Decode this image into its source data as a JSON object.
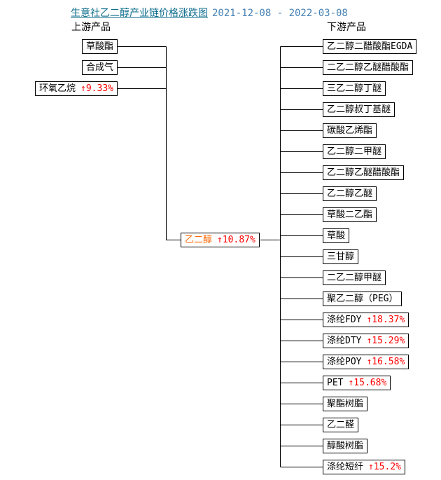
{
  "title": {
    "link": "生意社乙二醇产业链价格涨跌图",
    "date_range": "2021-12-08 - 2022-03-08"
  },
  "sections": {
    "upstream_label": "上游产品",
    "downstream_label": "下游产品"
  },
  "center": {
    "label": "乙二醇",
    "change": "↑10.87%"
  },
  "upstream": {
    "items": [
      {
        "label": "草酸酯",
        "change": ""
      },
      {
        "label": "合成气",
        "change": ""
      },
      {
        "label": "环氧乙烷",
        "change": "↑9.33%"
      }
    ]
  },
  "downstream": {
    "items": [
      {
        "label": "乙二醇二醋酸酯EGDA",
        "change": ""
      },
      {
        "label": "二乙二醇乙醚醋酸酯",
        "change": ""
      },
      {
        "label": "三乙二醇丁醚",
        "change": ""
      },
      {
        "label": "乙二醇叔丁基醚",
        "change": ""
      },
      {
        "label": "碳酸乙烯酯",
        "change": ""
      },
      {
        "label": "乙二醇二甲醚",
        "change": ""
      },
      {
        "label": "乙二醇乙醚醋酸酯",
        "change": ""
      },
      {
        "label": "乙二醇乙醚",
        "change": ""
      },
      {
        "label": "草酸二乙酯",
        "change": ""
      },
      {
        "label": "草酸",
        "change": ""
      },
      {
        "label": "三甘醇",
        "change": ""
      },
      {
        "label": "二乙二醇甲醚",
        "change": ""
      },
      {
        "label": "聚乙二醇（PEG）",
        "change": ""
      },
      {
        "label": "涤纶FDY",
        "change": "↑18.37%"
      },
      {
        "label": "涤纶DTY",
        "change": "↑15.29%"
      },
      {
        "label": "涤纶POY",
        "change": "↑16.58%"
      },
      {
        "label": "PET",
        "change": "↑15.68%"
      },
      {
        "label": "聚酯树脂",
        "change": ""
      },
      {
        "label": "乙二醛",
        "change": ""
      },
      {
        "label": "醇酸树脂",
        "change": ""
      },
      {
        "label": "涤纶短纤",
        "change": "↑15.2%"
      }
    ]
  },
  "colors": {
    "title_link": "#0c6c8c",
    "date": "#4682b4",
    "center_label": "#ff6600",
    "change_up": "#ff0000",
    "line": "#000000",
    "box_border": "#000000",
    "background": "#ffffff"
  }
}
